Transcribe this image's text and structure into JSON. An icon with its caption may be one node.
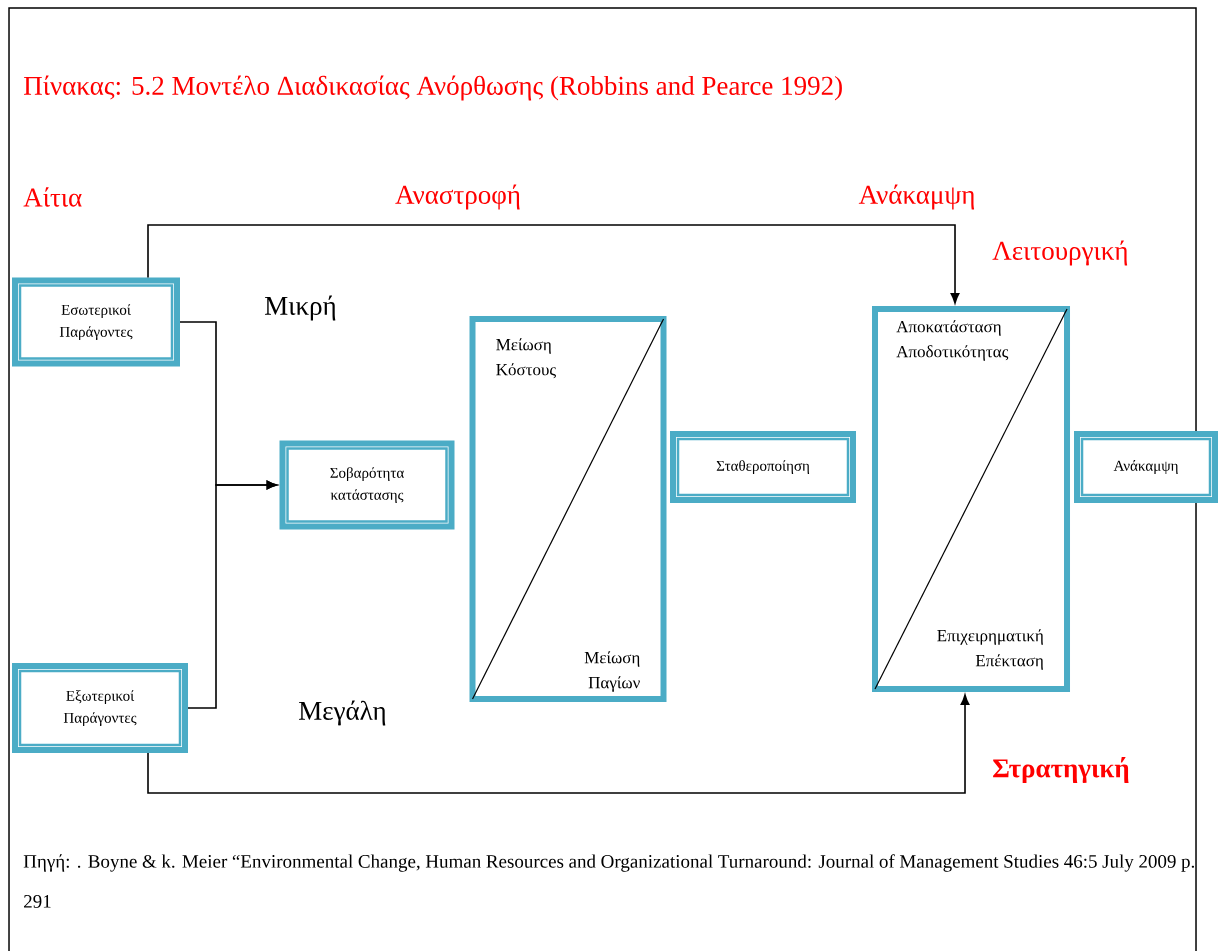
{
  "diagram": {
    "title": "Πίνακας: 5.2 Μοντέλο Διαδικασίας Ανόρθωσης (Robbins and Pearce 1992)",
    "nodes": [
      {
        "text": [
          "Εσωτερικοί Παράγοντες"
        ]
      },
      {
        "text": [
          "Εξωτερικοί Παράγοντες"
        ]
      },
      {
        "text": [
          "Σοβαρότητα κατάστασης"
        ]
      },
      {
        "text": [
          "Μείωση Κόστους",
          "Μείωση Παγίων"
        ]
      },
      {
        "text": [
          "Σταθεροποίηση"
        ]
      },
      {
        "text": [
          "Αποκατάσταση Αποδοτικότητας",
          "Επιχειρηματική Επέκταση"
        ]
      },
      {
        "text": [
          "Ανάκαμψη"
        ]
      }
    ],
    "edges": [
      {
        "from": 0,
        "to": 2,
        "arrow": "to"
      },
      {
        "from": 1,
        "to": 2,
        "arrow": "to"
      },
      {
        "from": 0,
        "to": 5,
        "arrow": "to"
      },
      {
        "from": 1,
        "to": 5,
        "arrow": "to"
      }
    ],
    "labels": [
      "Αίτια",
      "Αναστροφή",
      "Ανάκαμψη",
      "Λειτουργική",
      "Μικρή",
      "Μεγάλη",
      "Στρατηγική"
    ],
    "caption": "Πηγή: . Boyne & k. Meier “Environmental Change, Human Resources and Organizational Turnaround: Journal of Management Studies 46:5 July 2009 p. 291"
  }
}
